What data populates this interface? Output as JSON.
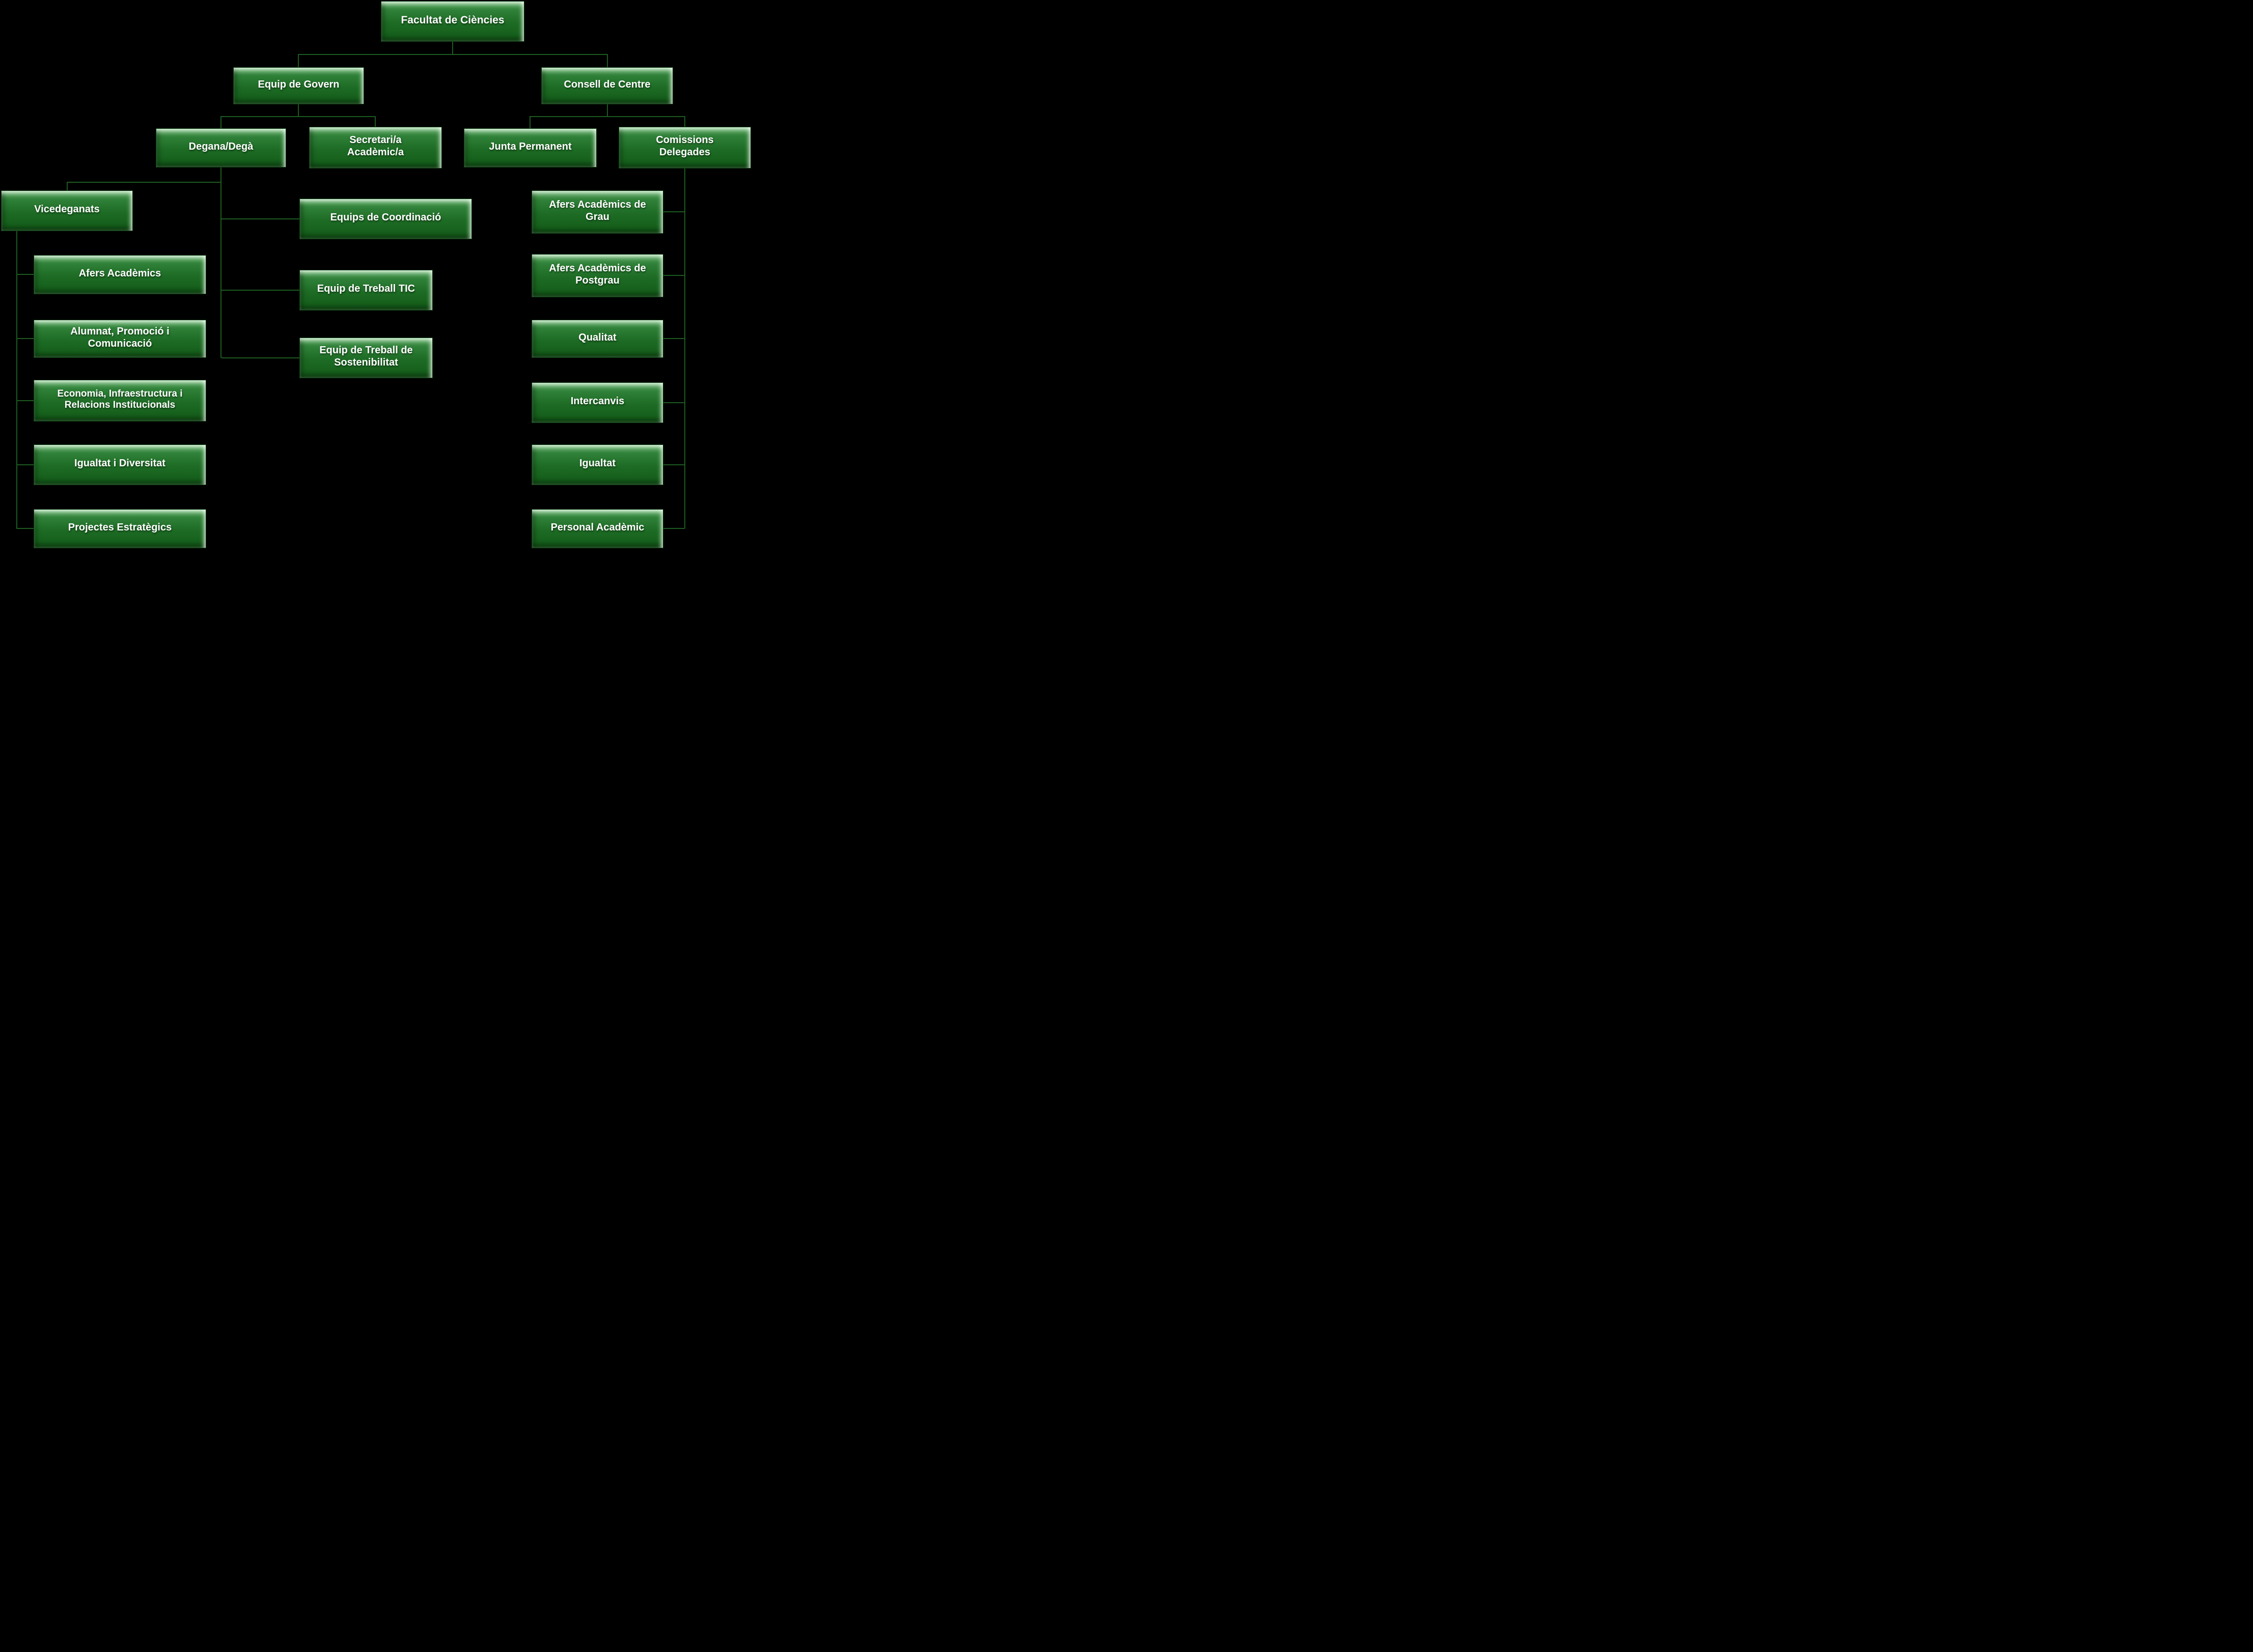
{
  "nodes": {
    "facultat": "Facultat de Ciències",
    "equip_govern": "Equip de Govern",
    "consell_centre": "Consell de Centre",
    "degana": "Degana/Degà",
    "secretari": "Secretari/a Acadèmic/a",
    "junta": "Junta Permanent",
    "comissions": "Comissions Delegades",
    "vicedeganats": "Vicedeganats",
    "equips_coordinacio": "Equips de Coordinació",
    "treball_tic": "Equip de Treball TIC",
    "sostenibilitat": "Equip de Treball de Sostenibilitat",
    "afers_academics": "Afers Acadèmics",
    "alumnat": "Alumnat, Promoció i Comunicació",
    "economia": "Economia, Infraestructura i Relacions Institucionals",
    "igualtat_diversitat": "Igualtat i Diversitat",
    "projectes": "Projectes Estratègics",
    "afers_grau": "Afers Acadèmics de Grau",
    "afers_postgrau": "Afers Acadèmics de Postgrau",
    "qualitat": "Qualitat",
    "intercanvis": "Intercanvis",
    "igualtat": "Igualtat",
    "personal_academic": "Personal Acadèmic"
  },
  "hierarchy": {
    "facultat": [
      "equip_govern",
      "consell_centre"
    ],
    "equip_govern": [
      "degana",
      "secretari"
    ],
    "consell_centre": [
      "junta",
      "comissions"
    ],
    "degana": [
      "vicedeganats",
      "equips_coordinacio",
      "treball_tic",
      "sostenibilitat"
    ],
    "vicedeganats": [
      "afers_academics",
      "alumnat",
      "economia",
      "igualtat_diversitat",
      "projectes"
    ],
    "comissions": [
      "afers_grau",
      "afers_postgrau",
      "qualitat",
      "intercanvis",
      "igualtat",
      "personal_academic"
    ]
  },
  "colors": {
    "background": "#000000",
    "box_fill_top": "#3f8f47",
    "box_fill_bottom": "#135c19",
    "box_bevel_light": "#a9d9ae",
    "text": "#ffffff",
    "connector": "#1c5a20"
  }
}
